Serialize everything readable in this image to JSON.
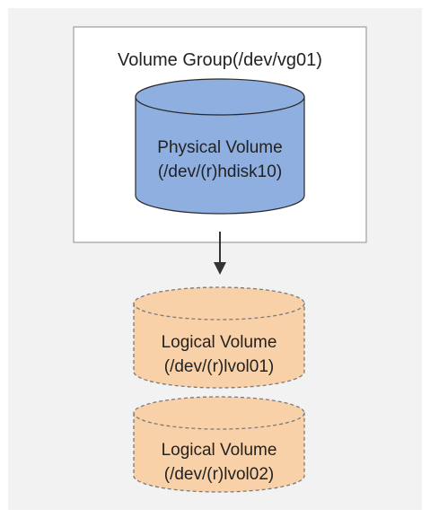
{
  "colors": {
    "background": "#f2f2f2",
    "group_box_fill": "#ffffff",
    "group_box_border": "#9e9e9e",
    "physical_fill": "#8eafe0",
    "physical_top": "#8eafe0",
    "physical_stroke": "#2a2a2a",
    "logical_fill": "#f9d1a8",
    "logical_stroke": "#7a7a7a",
    "arrow": "#333333"
  },
  "volume_group": {
    "label": "Volume Group(/dev/vg01)"
  },
  "physical_volume": {
    "name": "Physical Volume",
    "path": "(/dev/(r)hdisk10)"
  },
  "logical_volumes": [
    {
      "name": "Logical Volume",
      "path": "(/dev/(r)lvol01)"
    },
    {
      "name": "Logical Volume",
      "path": "(/dev/(r)lvol02)"
    }
  ]
}
